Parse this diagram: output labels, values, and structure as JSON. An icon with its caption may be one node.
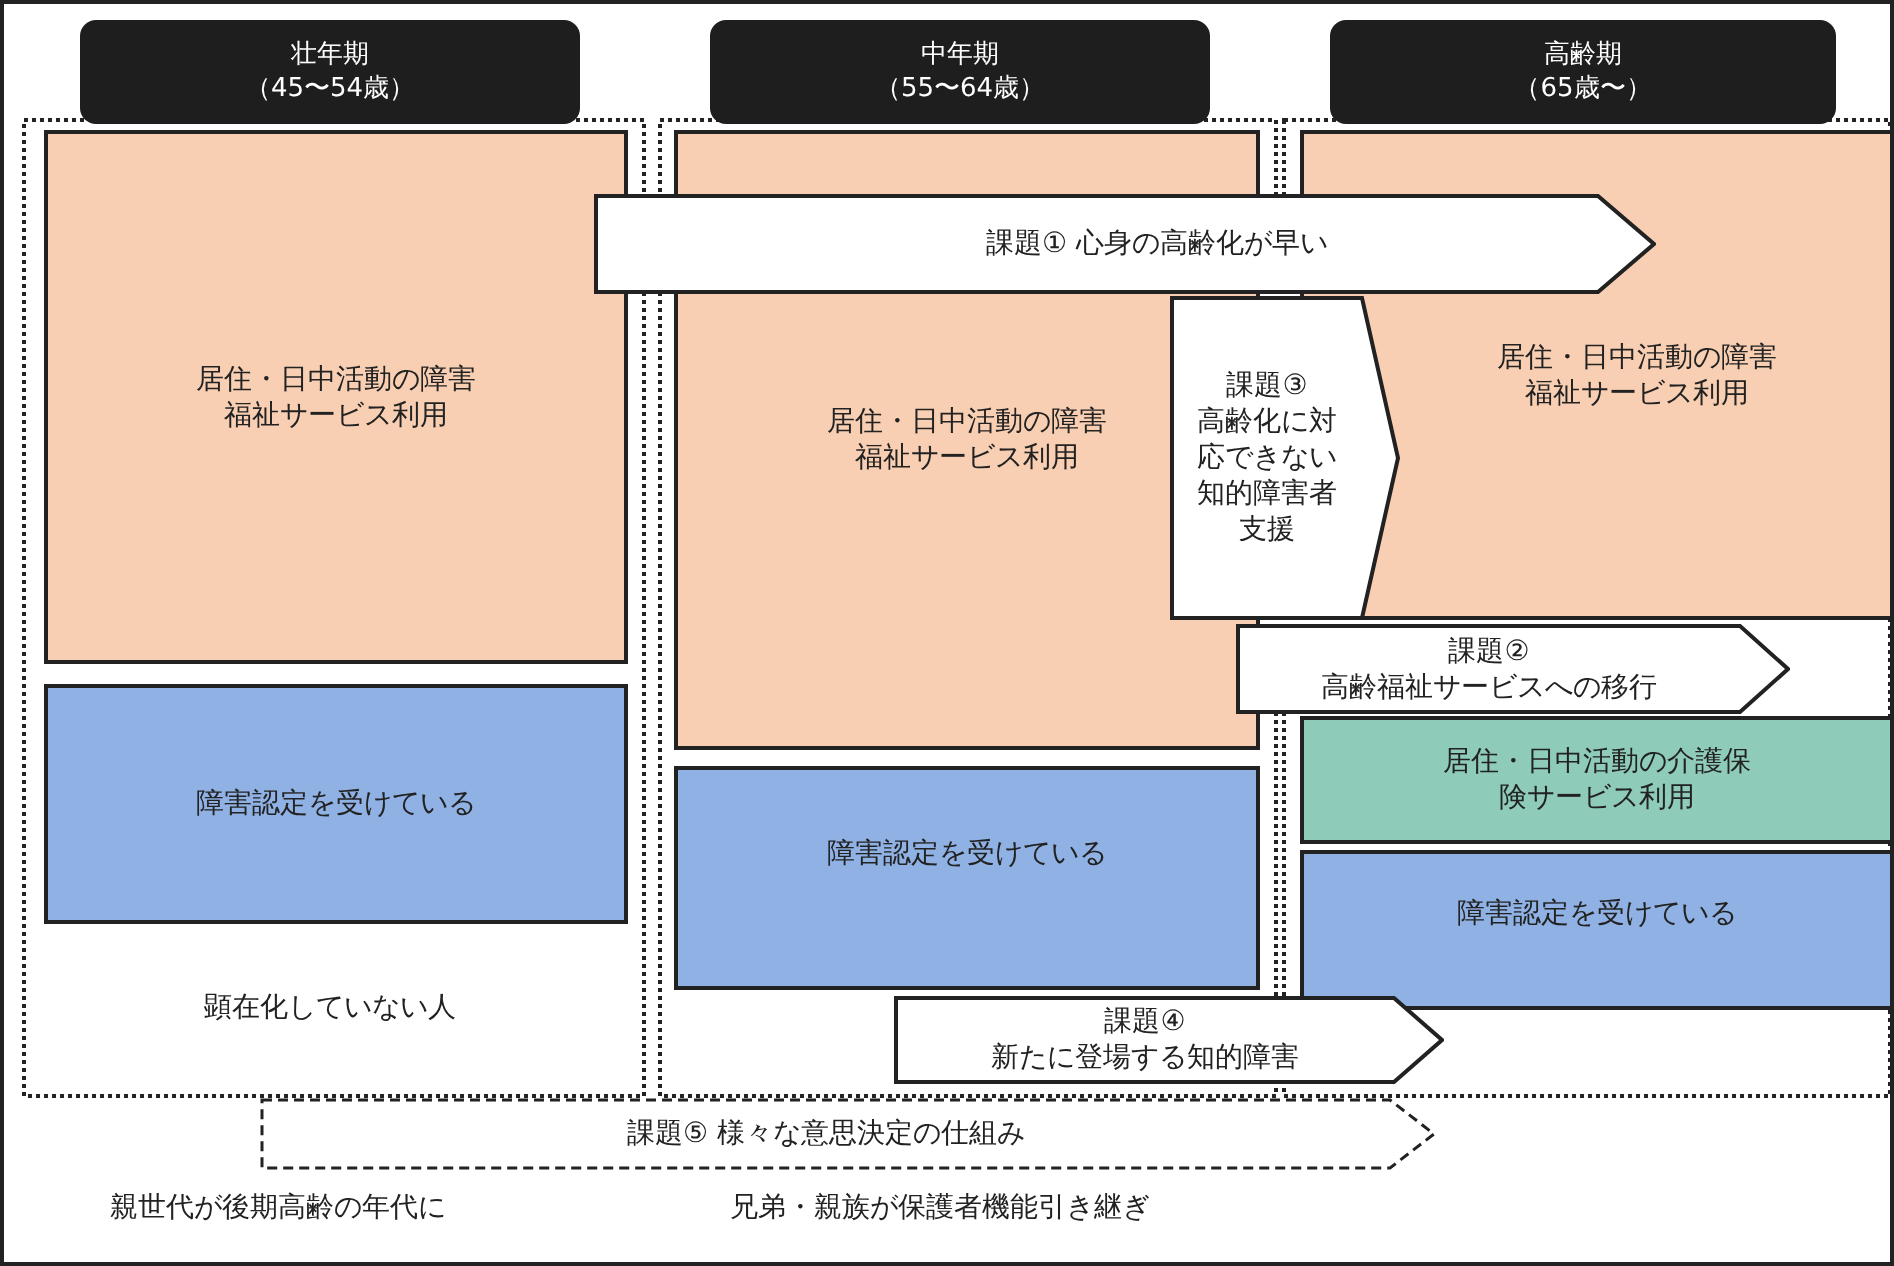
{
  "diagram": {
    "nodes": [
      {
        "text": [
          "壮年期",
          "（45〜54歳）"
        ]
      },
      {
        "text": [
          "中年期",
          "（55〜64歳）"
        ]
      },
      {
        "text": [
          "高齢期",
          "（65歳〜）"
        ]
      },
      {
        "text": [
          "居住・日中活動の障害福祉サービス利用"
        ]
      },
      {
        "text": [
          "障害認定を受けている"
        ]
      },
      {
        "text": [
          "居住・日中活動の障害福祉サービス利用"
        ]
      },
      {
        "text": [
          "障害認定を受けている"
        ]
      },
      {
        "text": [
          "居住・日中活動の障害福祉サービス利用"
        ]
      },
      {
        "text": [
          "居住・日中活動の介護保険サービス利用"
        ]
      },
      {
        "text": [
          "障害認定を受けている"
        ]
      },
      {
        "text": [
          "課題① 心身の高齢化が早い"
        ]
      },
      {
        "text": [
          "課題③",
          "高齢化に対応できない知的障害者支援"
        ]
      },
      {
        "text": [
          "課題②",
          "高齢福祉サービスへの移行"
        ]
      },
      {
        "text": [
          "課題④",
          "新たに登場する知的障害"
        ]
      },
      {
        "text": [
          "課題⑤ 様々な意思決定の仕組み"
        ]
      }
    ],
    "labels": [
      "顕在化していない人",
      "親世代が後期高齢の年代に",
      "兄弟・親族が保護者機能引き継ぎ"
    ]
  }
}
